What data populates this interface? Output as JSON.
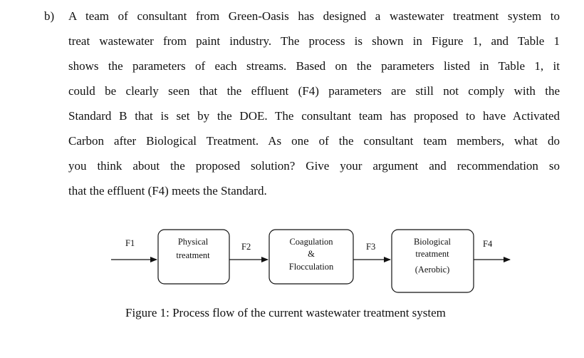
{
  "question": {
    "marker": "b)",
    "lines": [
      "A team of consultant from Green-Oasis has designed a wastewater treatment system to",
      "treat wastewater from paint industry. The process is shown in Figure 1, and Table 1",
      "shows the parameters of each streams. Based on the parameters listed in Table 1, it",
      "could be clearly seen that the effluent (F4) parameters are still not comply with the",
      "Standard B that is set by the DOE. The consultant team has proposed to have Activated",
      "Carbon after Biological Treatment. As one of the consultant team members, what do",
      "you think about the proposed solution? Give your argument and recommendation so",
      "that the effluent (F4) meets the Standard."
    ]
  },
  "figure": {
    "streams": {
      "f1": "F1",
      "f2": "F2",
      "f3": "F3",
      "f4": "F4"
    },
    "physical": {
      "line1": "Physical",
      "line2": "treatment"
    },
    "coagulation": {
      "line1": "Coagulation",
      "line2": "&",
      "line3": "Flocculation"
    },
    "biological": {
      "line1": "Biological",
      "line2": "treatment",
      "line3": "(Aerobic)"
    },
    "caption": "Figure 1: Process flow of the current wastewater treatment system"
  }
}
